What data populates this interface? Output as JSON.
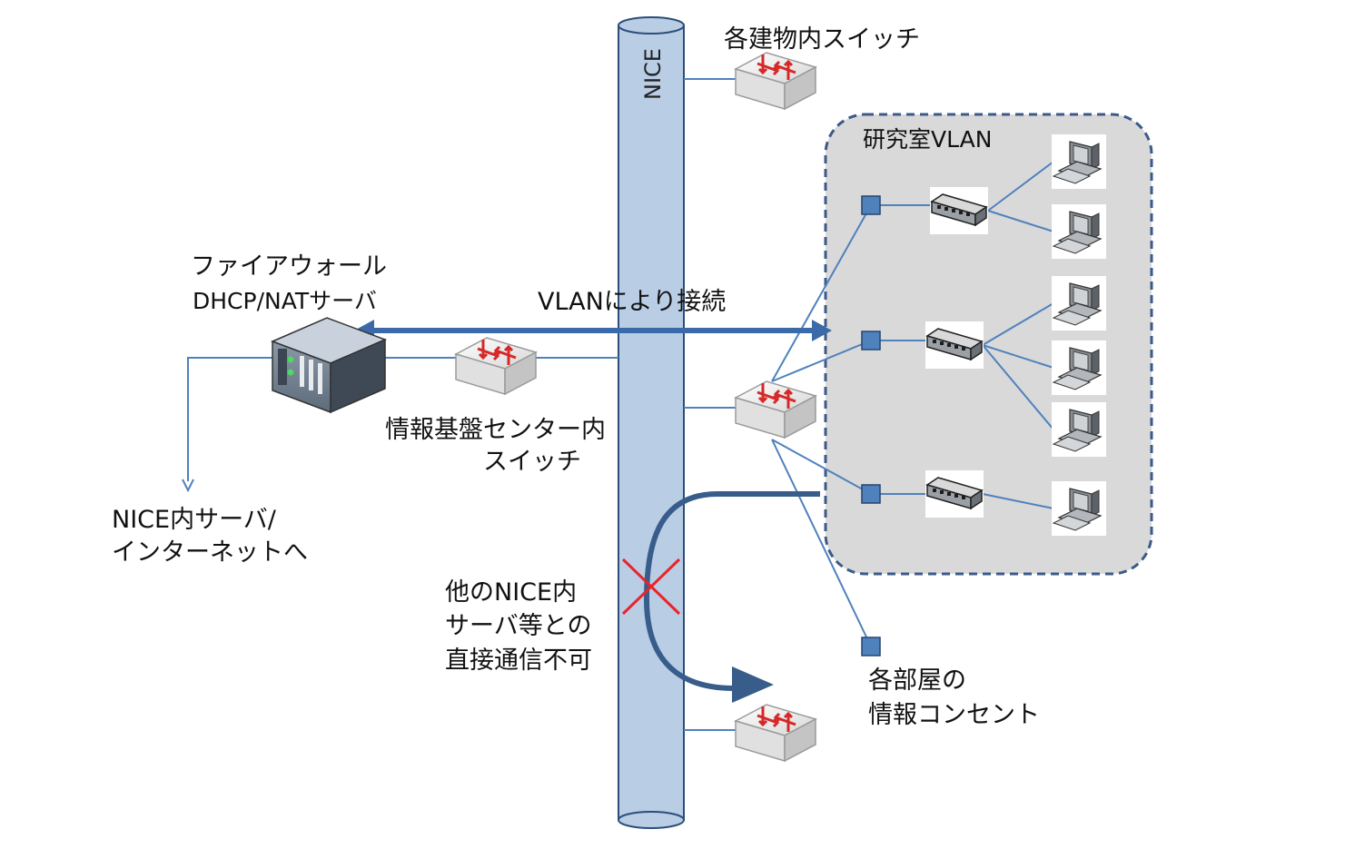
{
  "labels": {
    "nice_backbone": "NICE",
    "building_switch": "各建物内スイッチ",
    "lab_vlan": "研究室VLAN",
    "firewall_line1": "ファイアウォール",
    "firewall_line2": "DHCP/NATサーバ",
    "vlan_connect": "VLANにより接続",
    "center_switch_line1": "情報基盤センター内",
    "center_switch_line2": "スイッチ",
    "servers_line1": "NICE内サーバ/",
    "servers_line2": "インターネットへ",
    "no_direct_line1": "他のNICE内",
    "no_direct_line2": "サーバ等との",
    "no_direct_line3": "直接通信不可",
    "outlet_line1": "各部屋の",
    "outlet_line2": "情報コンセント"
  },
  "colors": {
    "backbone_fill": "#b9cde5",
    "backbone_stroke": "#2c4e7a",
    "link_line": "#4f81bd",
    "vlan_arrow": "#3b6aa8",
    "vlan_area_fill": "#d9d9d9",
    "vlan_area_border": "#3b5a8a",
    "outlet_fill": "#4f81bd",
    "cross_mark": "#e8252b",
    "blocked_arrow": "#385d8a"
  }
}
